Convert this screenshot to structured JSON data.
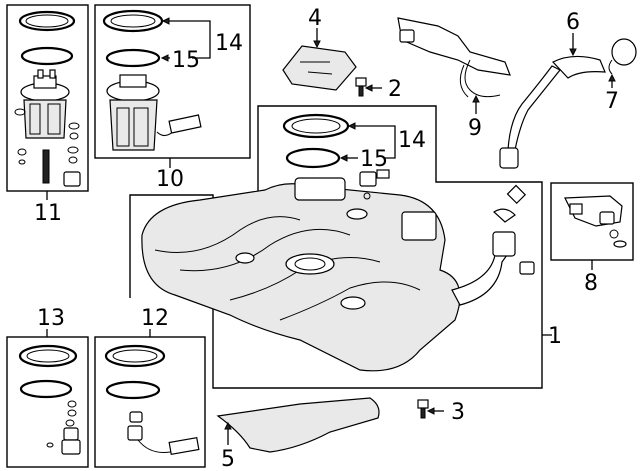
{
  "diagram": {
    "callouts": [
      {
        "id": "1",
        "label": "1"
      },
      {
        "id": "2",
        "label": "2"
      },
      {
        "id": "3",
        "label": "3"
      },
      {
        "id": "4",
        "label": "4"
      },
      {
        "id": "5",
        "label": "5"
      },
      {
        "id": "6",
        "label": "6"
      },
      {
        "id": "7",
        "label": "7"
      },
      {
        "id": "8",
        "label": "8"
      },
      {
        "id": "9",
        "label": "9"
      },
      {
        "id": "10",
        "label": "10"
      },
      {
        "id": "11",
        "label": "11"
      },
      {
        "id": "12",
        "label": "12"
      },
      {
        "id": "13",
        "label": "13"
      },
      {
        "id": "14a",
        "label": "14"
      },
      {
        "id": "14b",
        "label": "14"
      },
      {
        "id": "15a",
        "label": "15"
      },
      {
        "id": "15b",
        "label": "15"
      }
    ]
  }
}
